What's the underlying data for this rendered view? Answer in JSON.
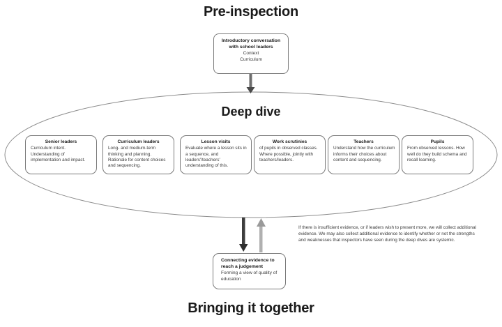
{
  "headings": {
    "top": "Pre-inspection",
    "middle": "Deep dive",
    "bottom": "Bringing it together"
  },
  "intro": {
    "title": "Introductory conversation with school leaders",
    "body": "Context\nCurriculum"
  },
  "deep_dive_boxes": [
    {
      "title": "Senior leaders",
      "body": "Curriculum intent. Understanding of implementation and impact."
    },
    {
      "title": "Curriculum leaders",
      "body": "Long- and medium-term thinking and planning. Rationale for content choices and sequencing."
    },
    {
      "title": "Lesson visits",
      "body": "Evaluate where a lesson sits in a sequence, and leaders'/teachers' understanding of this."
    },
    {
      "title": "Work scrutinies",
      "body": "of pupils in observed classes.\nWhere possible, jointly with teachers/leaders."
    },
    {
      "title": "Teachers",
      "body": "Understand how the curriculum informs their choices about content and sequencing."
    },
    {
      "title": "Pupils",
      "body": "From observed lessons. How well do they build schema and recall learning."
    }
  ],
  "connecting": {
    "title": "Connecting evidence to reach a judgement",
    "body": "Forming a view of quality of education"
  },
  "side_note": "If there is insufficient evidence, or if leaders wish to present more, we will collect additional evidence. We may also collect additional evidence to identify whether or not the strengths and weaknesses that inspectors have seen during the deep dives are systemic.",
  "colors": {
    "outline": "#7a7a7a",
    "ellipse": "#8c8c8c",
    "arrow_dark": "#404040",
    "arrow_light": "#a6a6a6",
    "text": "#231f20"
  },
  "icons": {
    "arrow_down_into_ellipse": "arrow-down-icon",
    "arrow_down_to_judgement": "arrow-down-icon",
    "arrow_up_from_judgement": "arrow-up-icon"
  }
}
